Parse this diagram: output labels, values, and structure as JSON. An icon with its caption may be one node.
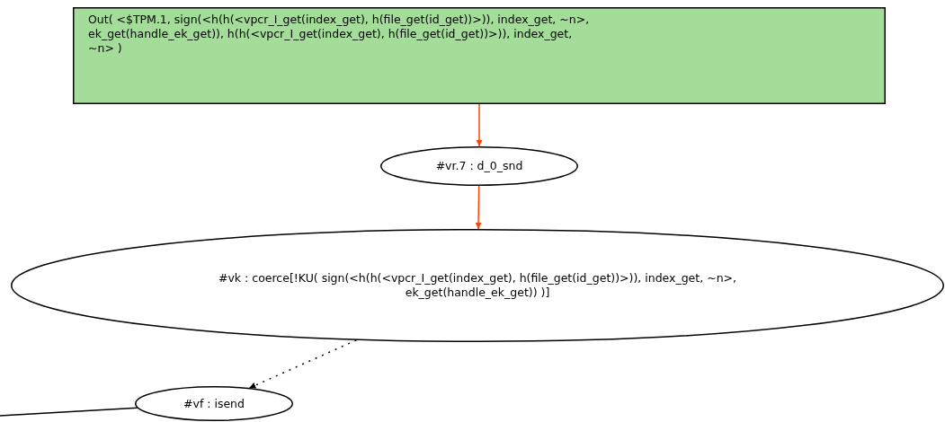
{
  "diagram": {
    "nodes": [
      {
        "text": [
          "Out( <$TPM.1, sign(<h(h(<vpcr_I_get(index_get), h(file_get(id_get))>)), index_get, ~n>, ek_get(handle_ek_get)), h(h(<vpcr_I_get(index_get), h(file_get(id_get))>)), index_get, ~n> )"
        ]
      },
      {
        "text": [
          "#vr.7 : d_0_snd"
        ]
      },
      {
        "text": [
          "#vk : coerce[!KU( sign(<h(h(<vpcr_I_get(index_get), h(file_get(id_get))>)), index_get, ~n>, ek_get(handle_ek_get)) )]"
        ]
      },
      {
        "text": [
          "#vf : isend"
        ]
      }
    ],
    "edges": [
      {
        "from": 0,
        "to": 1,
        "arrow": "to",
        "color": "#ff4500"
      },
      {
        "from": 1,
        "to": 2,
        "arrow": "to",
        "color": "#ff4500"
      },
      {
        "from": 2,
        "to": 3,
        "arrow": "to",
        "style": "dashed",
        "color": "#000000"
      },
      {
        "from": null,
        "to": 3,
        "arrow": "none",
        "color": "#000000"
      }
    ]
  }
}
